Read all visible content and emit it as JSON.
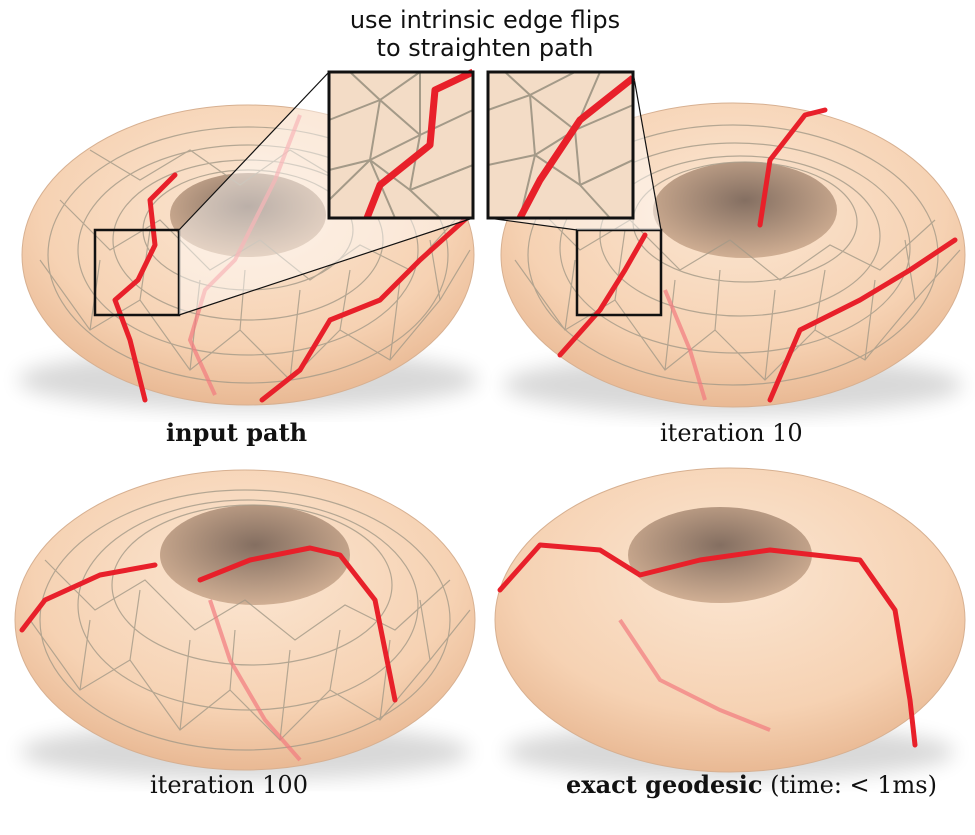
{
  "header": {
    "line1": "use intrinsic edge flips",
    "line2": "to straighten path"
  },
  "panels": [
    {
      "caption_bold": "input path",
      "caption_rest": ""
    },
    {
      "caption_bold": "",
      "caption_rest": "iteration 10"
    },
    {
      "caption_bold": "",
      "caption_rest": "iteration 100"
    },
    {
      "caption_bold": "exact geodesic",
      "caption_rest": " (time: < 1ms)"
    }
  ],
  "colors": {
    "background": "#ffffff",
    "torus_fill": "#f7d8bd",
    "mesh_edges": "#a49a88",
    "path": "#e8202a",
    "inset_border": "#111111"
  }
}
